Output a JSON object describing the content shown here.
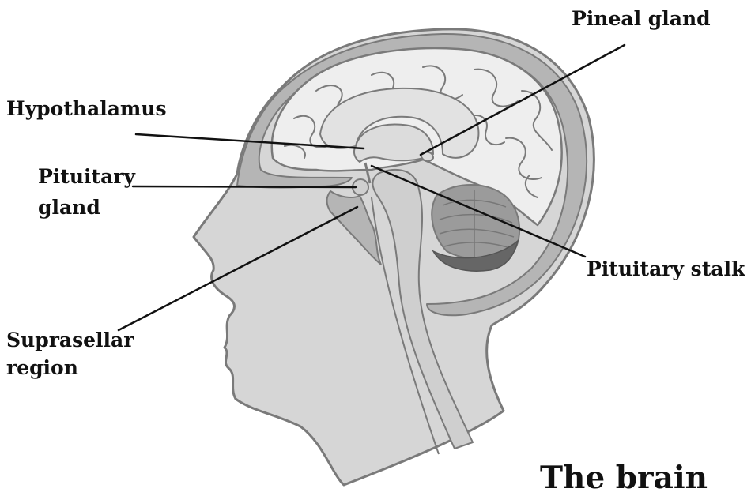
{
  "title": "The brain",
  "labels": {
    "pineal_gland": "Pineal gland",
    "hypothalamus": "Hypothalamus",
    "pituitary_gland_line1": "Pituitary",
    "pituitary_gland_line2": "gland",
    "pituitary_stalk": "Pituitary stalk",
    "suprasellar_line1": "Suprasellar",
    "suprasellar_line2": "region"
  },
  "colors": {
    "background": "#ffffff",
    "head_fill": "#d6d6d6",
    "outline": "#7a7a7a",
    "skull_band": "#b5b5b5",
    "brain_fill": "#eeeeee",
    "cerebellum": "#9b9b9b",
    "tentorium": "#666666",
    "leader_line": "#111111",
    "text": "#111111"
  }
}
